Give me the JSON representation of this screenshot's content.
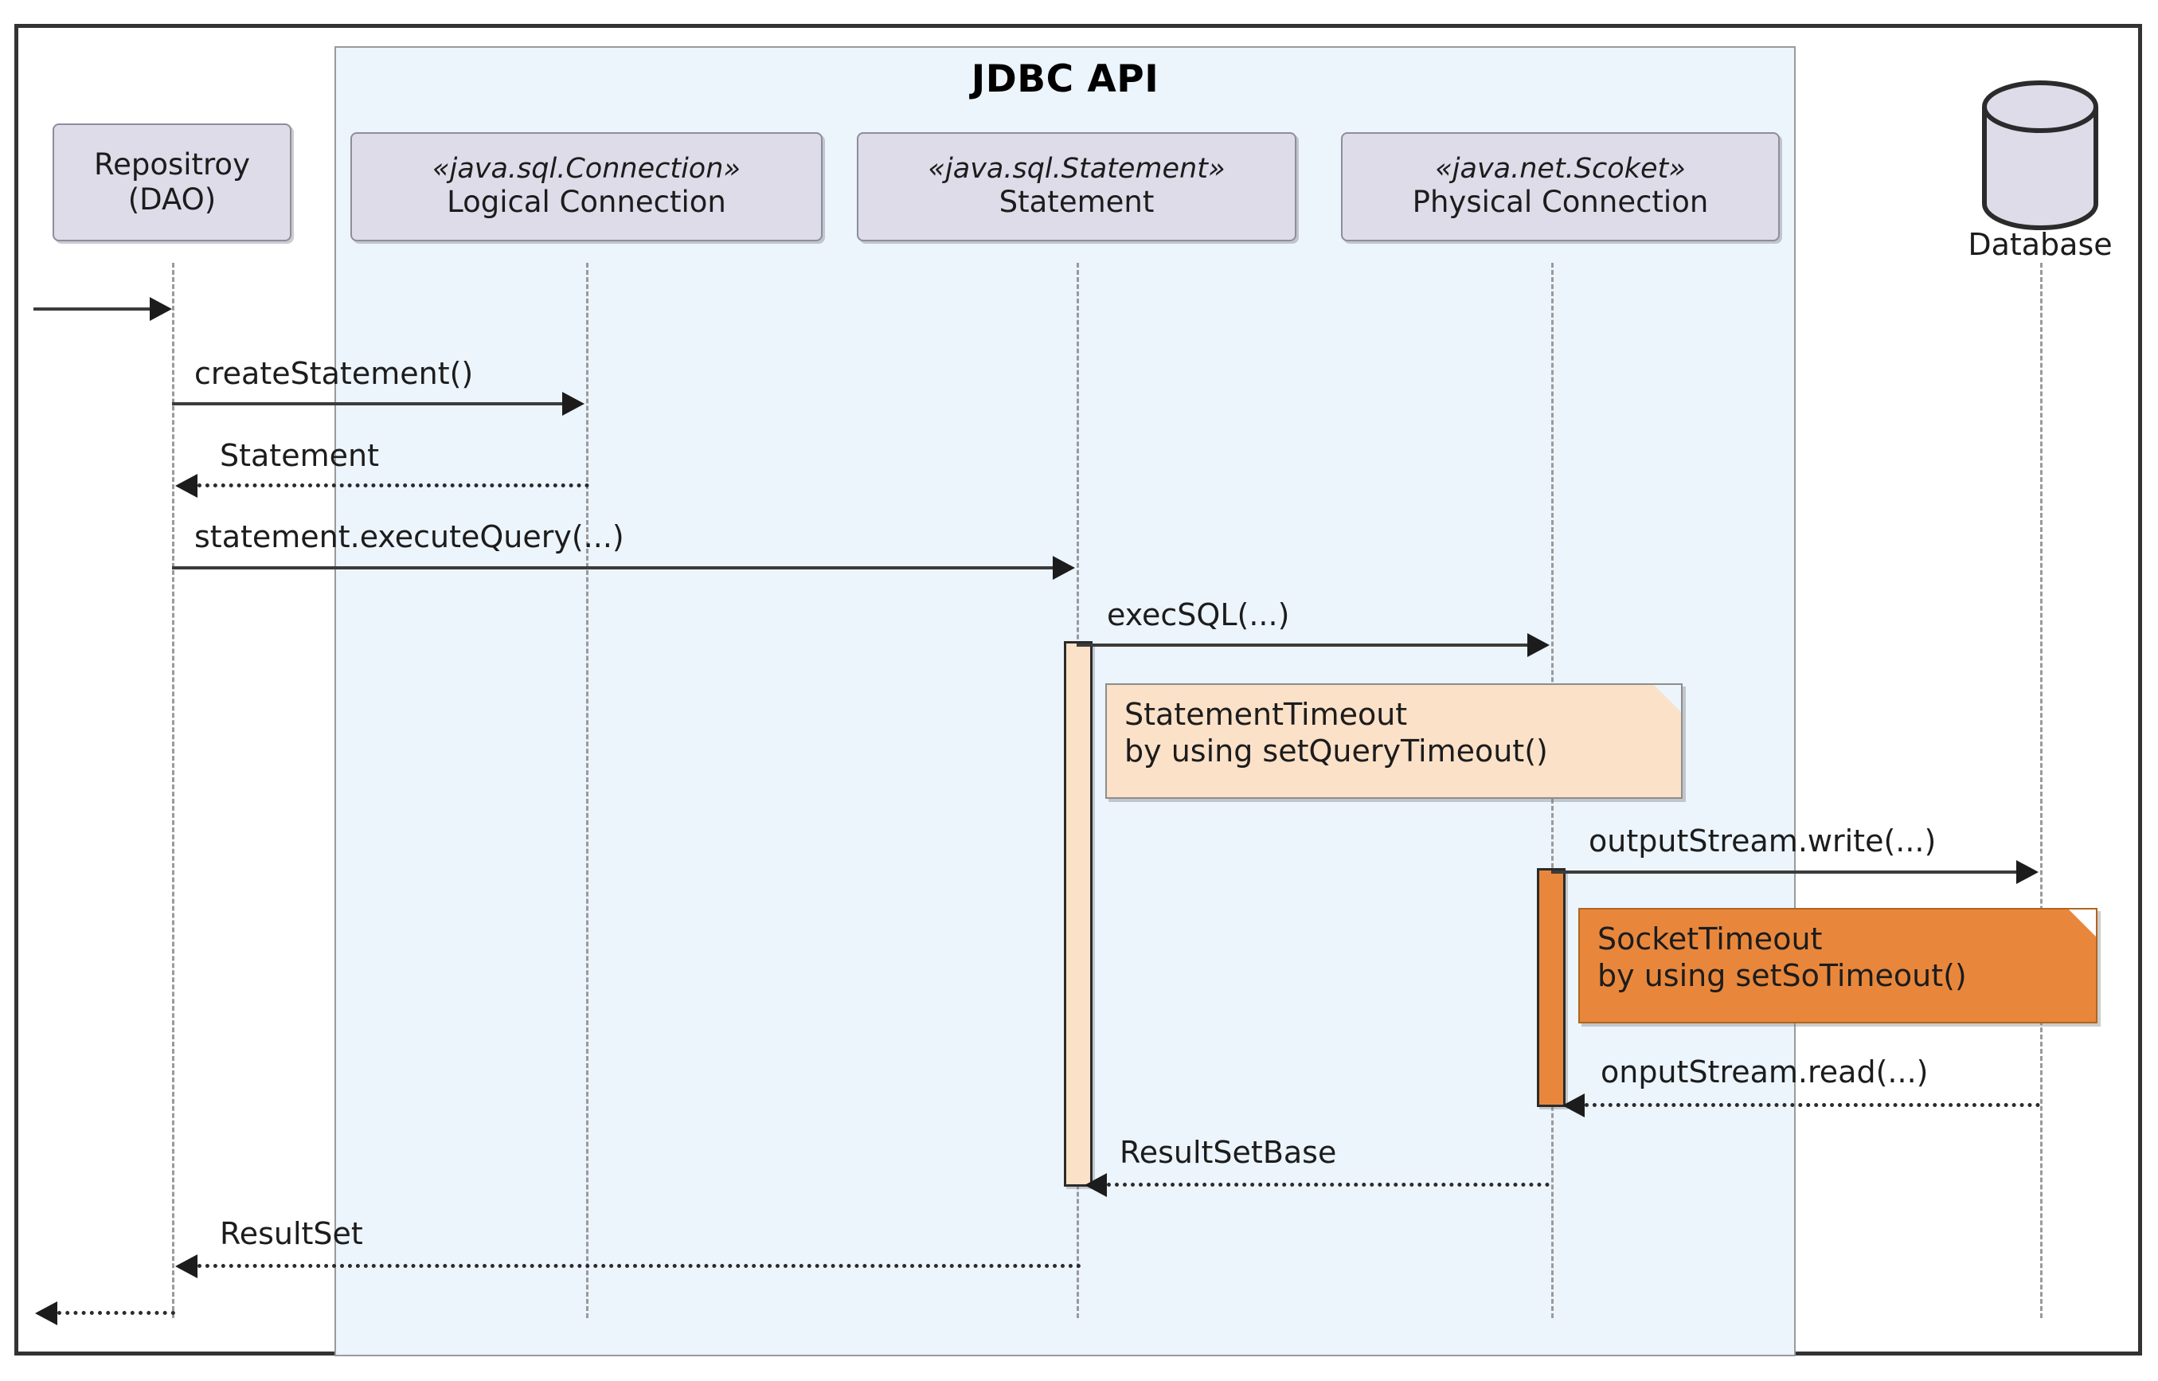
{
  "diagram": {
    "type": "uml-sequence-diagram",
    "group": {
      "title": "JDBC API"
    },
    "participants": [
      {
        "id": "repository",
        "stereotype": "",
        "name_line1": "Repositroy",
        "name_line2": "(DAO)",
        "shape": "box"
      },
      {
        "id": "logical-connection",
        "stereotype": "«java.sql.Connection»",
        "name_line1": "Logical Connection",
        "name_line2": "",
        "shape": "box"
      },
      {
        "id": "statement",
        "stereotype": "«java.sql.Statement»",
        "name_line1": "Statement",
        "name_line2": "",
        "shape": "box"
      },
      {
        "id": "physical-connection",
        "stereotype": "«java.net.Scoket»",
        "name_line1": "Physical Connection",
        "name_line2": "",
        "shape": "box"
      },
      {
        "id": "database",
        "stereotype": "",
        "name_line1": "Database",
        "name_line2": "",
        "shape": "cylinder"
      }
    ],
    "messages": [
      {
        "id": "entry",
        "label": "",
        "style": "solid",
        "direction": "right"
      },
      {
        "id": "create-statement",
        "label": "createStatement()",
        "style": "solid",
        "direction": "right"
      },
      {
        "id": "statement-return",
        "label": "Statement",
        "style": "dotted",
        "direction": "left"
      },
      {
        "id": "execute-query",
        "label": "statement.executeQuery(...)",
        "style": "solid",
        "direction": "right"
      },
      {
        "id": "exec-sql",
        "label": "execSQL(...)",
        "style": "solid",
        "direction": "right"
      },
      {
        "id": "output-stream-write",
        "label": "outputStream.write(...)",
        "style": "solid",
        "direction": "right"
      },
      {
        "id": "input-stream-read",
        "label": "onputStream.read(...)",
        "style": "dotted",
        "direction": "left"
      },
      {
        "id": "result-set-base",
        "label": "ResultSetBase",
        "style": "dotted",
        "direction": "left"
      },
      {
        "id": "result-set",
        "label": "ResultSet",
        "style": "dotted",
        "direction": "left"
      },
      {
        "id": "exit",
        "label": "",
        "style": "dotted",
        "direction": "left"
      }
    ],
    "notes": [
      {
        "id": "statement-timeout",
        "line1": "StatementTimeout",
        "line2": "by using setQueryTimeout()",
        "fill": "#FAE1C8",
        "border": "#8d8d8d"
      },
      {
        "id": "socket-timeout",
        "line1": "SocketTimeout",
        "line2": "by using setSoTimeout()",
        "fill": "#E8873C",
        "border": "#b06520"
      }
    ],
    "activations": [
      {
        "id": "statement-activation",
        "fill": "#FAE1C8"
      },
      {
        "id": "physical-connection-activation",
        "fill": "#E8873C"
      }
    ],
    "colors": {
      "group_fill": "#ECF4FC",
      "participant_fill": "#DEDCE9",
      "note_warning_fill": "#FAE1C8",
      "note_alert_fill": "#E8873C",
      "lifeline": "#9a9a9a",
      "frame": "#333333"
    }
  }
}
